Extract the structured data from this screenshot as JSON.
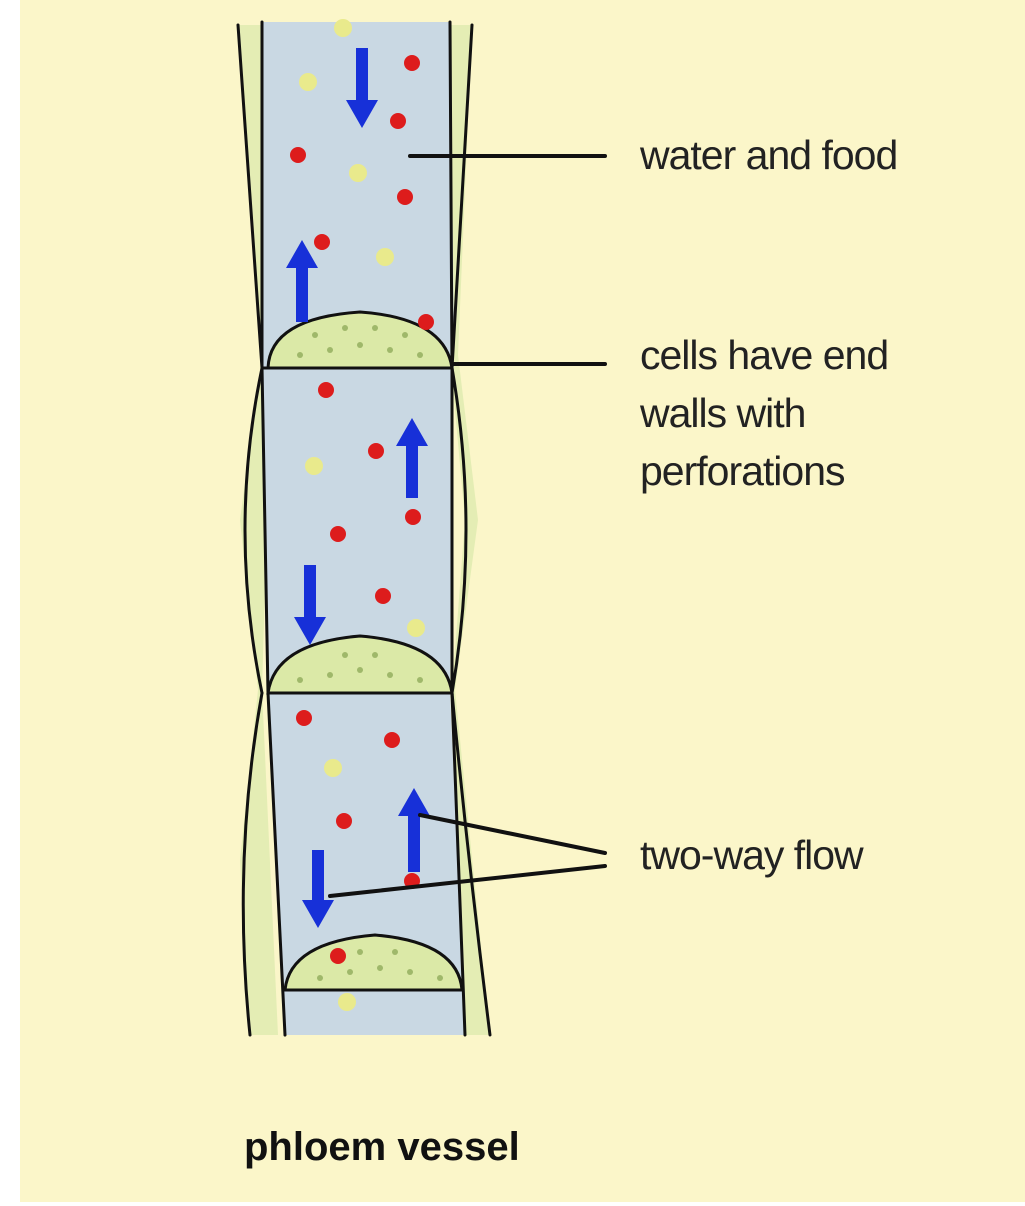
{
  "labels": {
    "water_food": "water and food",
    "end_walls": [
      "cells have end",
      "walls with",
      "perforations"
    ],
    "two_way_flow": "two-way flow",
    "caption": "phloem vessel"
  },
  "colors": {
    "background": "#fbf6c9",
    "sap": "#c9d8e3",
    "cell_wall_fill": "#e4edb4",
    "sieve_plate": "#dbe9a7",
    "outline": "#111111",
    "red_particle": "#dd1c1c",
    "yellow_particle": "#e9ea8c",
    "flow_arrow": "#1730d8"
  },
  "icons": {
    "flow_arrow": "arrow",
    "particle": "dot"
  },
  "flow_arrows": [
    {
      "id": "arrow-down-1",
      "direction": "down"
    },
    {
      "id": "arrow-up-1",
      "direction": "up"
    },
    {
      "id": "arrow-up-2",
      "direction": "up"
    },
    {
      "id": "arrow-down-2",
      "direction": "down"
    },
    {
      "id": "arrow-up-3",
      "direction": "up"
    },
    {
      "id": "arrow-down-3",
      "direction": "down"
    }
  ]
}
